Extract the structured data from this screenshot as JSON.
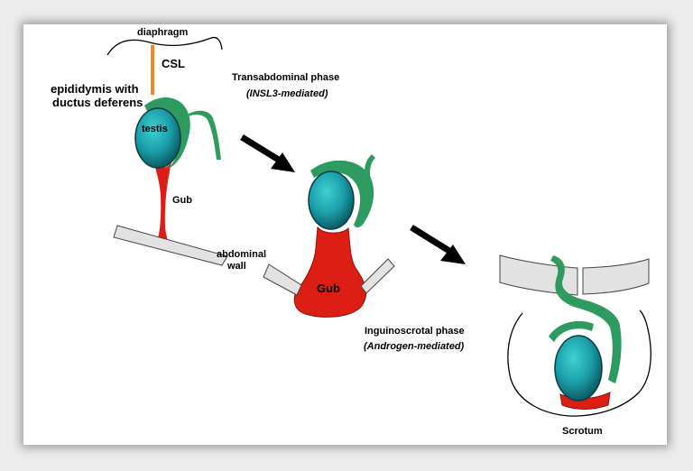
{
  "labels": {
    "diaphragm": "diaphragm",
    "csl": "CSL",
    "epididymis_line1": "epididymis with",
    "epididymis_line2": "ductus deferens",
    "testis": "testis",
    "gub": "Gub",
    "abdominal_wall_line1": "abdominal",
    "abdominal_wall_line2": "wall",
    "gub_stage2": "Gub",
    "transabdominal_title": "Transabdominal phase",
    "transabdominal_subtitle": "(INSL3-mediated)",
    "inguinoscrotal_title": "Inguinoscrotal phase",
    "inguinoscrotal_subtitle": "(Androgen-mediated)",
    "scrotum": "Scrotum"
  },
  "colors": {
    "testis": "#1e9ea6",
    "epididymis": "#2d9a5f",
    "gubernaculum": "#dd1e14",
    "csl": "#f0882a",
    "wall_fill": "#e2e2e2",
    "arrow": "#000000"
  }
}
